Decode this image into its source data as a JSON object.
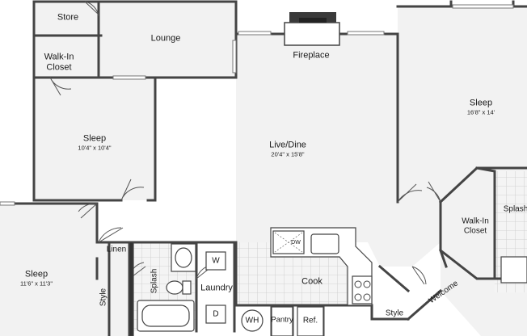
{
  "rooms": {
    "store": "Store",
    "lounge": "Lounge",
    "walkin_closet_1": "Walk-In\nCloset",
    "fireplace": "Fireplace",
    "sleep_1": {
      "name": "Sleep",
      "dim": "10'4\" x 10'4\""
    },
    "live_dine": {
      "name": "Live/Dine",
      "dim": "20'4\" x 15'8\""
    },
    "sleep_2": {
      "name": "Sleep",
      "dim": "16'8\" x 14'"
    },
    "walkin_closet_2": "Walk-In\nCloset",
    "splash_right": "Splash",
    "sleep_3": {
      "name": "Sleep",
      "dim": "11'6\" x 11'3\""
    },
    "linen": "Linen",
    "splash_bath": "Splash",
    "laundry": "Laundry",
    "cook": "Cook",
    "style_left": "Style",
    "style_right": "Style",
    "welcome": "Welcome"
  },
  "fixtures": {
    "washer": "W",
    "dryer": "D",
    "water_heater": "WH",
    "pantry": "Pantry",
    "refrigerator": "Ref.",
    "dishwasher": "DW"
  }
}
